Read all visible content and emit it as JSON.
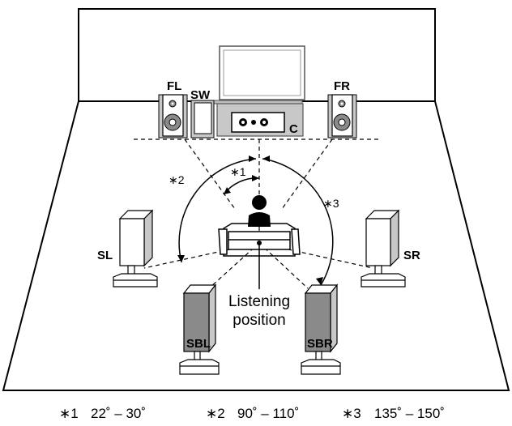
{
  "speakers": {
    "front_left": "FL",
    "subwoofer": "SW",
    "front_right": "FR",
    "center": "C",
    "surround_left": "SL",
    "surround_right": "SR",
    "surround_back_left": "SBL",
    "surround_back_right": "SBR"
  },
  "listening_position": {
    "line1": "Listening",
    "line2": "position"
  },
  "angle_markers": [
    {
      "mark": "∗1",
      "range": "22˚ – 30˚"
    },
    {
      "mark": "∗2",
      "range": "90˚ – 110˚"
    },
    {
      "mark": "∗3",
      "range": "135˚ – 150˚"
    }
  ],
  "colors": {
    "speaker_gray": "#c8c8c8",
    "dark_gray": "#8a8a8a",
    "line": "#000000"
  }
}
